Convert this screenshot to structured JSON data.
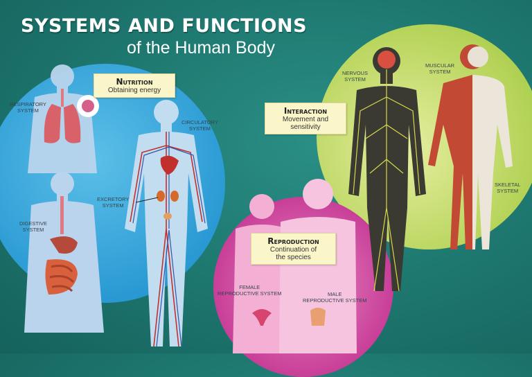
{
  "title": {
    "line1": "Systems and Functions",
    "line2": "of the Human Body"
  },
  "boxes": {
    "nutrition": {
      "heading": "Nutrition",
      "sub": "Obtaining energy"
    },
    "interaction": {
      "heading": "Interaction",
      "sub1": "Movement and",
      "sub2": "sensitivity"
    },
    "reproduction": {
      "heading": "Reproduction",
      "sub1": "Continuation of",
      "sub2": "the species"
    }
  },
  "labels": {
    "respiratory": [
      "Respiratory",
      "System"
    ],
    "circulatory": [
      "Circulatory",
      "System"
    ],
    "excretory": [
      "Excretory",
      "System"
    ],
    "digestive": [
      "Digestive",
      "System"
    ],
    "nervous": [
      "Nervous",
      "System"
    ],
    "muscular": [
      "Muscular",
      "System"
    ],
    "skeletal": [
      "Skeletal",
      "System"
    ],
    "female": [
      "Female",
      "Reproductive System"
    ],
    "male": [
      "Male",
      "Reproductive System"
    ]
  },
  "colors": {
    "background": "#1f7a72",
    "nutrition_circle": "#2b9ad4",
    "interaction_circle": "#b6d45a",
    "reproduction_circle": "#c83f98",
    "box": "#fbf6c9"
  }
}
